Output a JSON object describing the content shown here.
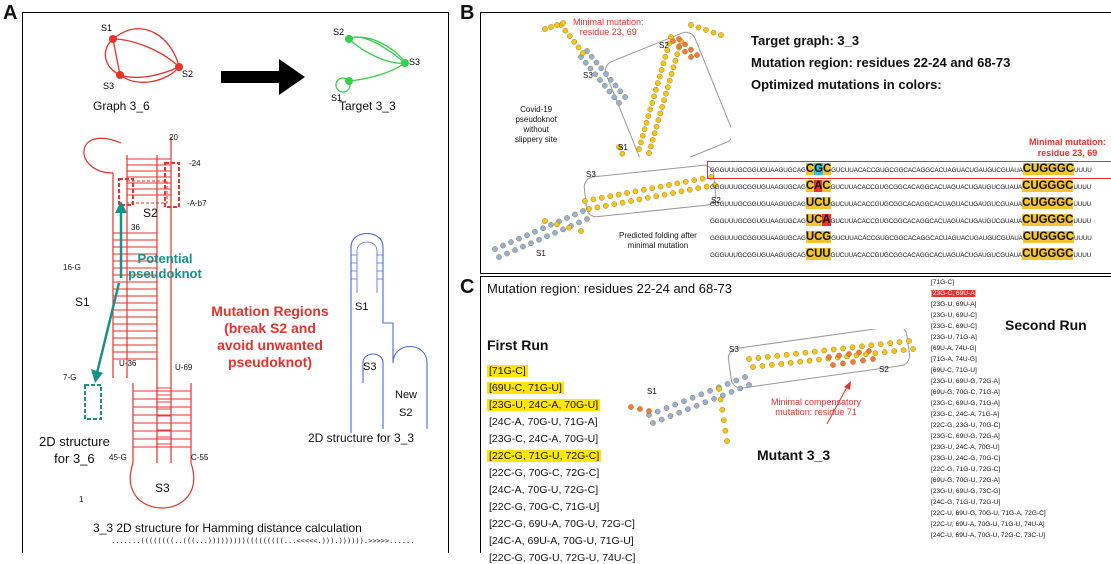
{
  "panels": {
    "a": "A",
    "b": "B",
    "c": "C"
  },
  "panelA": {
    "graph_label": "Graph 3_6",
    "target_label": "Target 3_3",
    "g1_nodes": [
      "S1",
      "S2",
      "S3"
    ],
    "g2_nodes": [
      "S2",
      "S3",
      "S1"
    ],
    "left_s1": "S1",
    "left_s2": "S2",
    "left_s3": "S3",
    "mutation_regions": [
      "Mutation Regions",
      "(break S2 and",
      "avoid unwanted",
      "pseudoknot)"
    ],
    "potential_pseudoknot": [
      "Potential",
      "pseudoknot"
    ],
    "structure_36": [
      "2D structure",
      "for 3_6"
    ],
    "right_s1": "S1",
    "right_s3": "S3",
    "right_new": "New",
    "right_s2": "S2",
    "structure_33": "2D structure for 3_3",
    "hamming_title": "3_3 2D structure for Hamming distance calculation",
    "dot_bracket": ".......((((((((..(((...)))))))))(((((((((...<<<<<.))).)))))).>>>>>......",
    "res_labels": [
      "20",
      "-24",
      "-A-b7",
      "36",
      "16-G",
      "7-G",
      "U-36",
      "U-69",
      "45-G",
      "C-55",
      "1"
    ]
  },
  "panelB": {
    "covid_label": [
      "Covid-19",
      "pseudoknot",
      "without",
      "slippery site"
    ],
    "minimal_top": [
      "Minimal mutation:",
      "residue 23, 69"
    ],
    "s1": "S1",
    "s2": "S2",
    "s3": "S3",
    "predicted_label": [
      "Predicted folding after",
      "minimal mutation"
    ],
    "target_graph": "Target graph: 3_3",
    "mutation_region": "Mutation region: residues 22-24 and 68-73",
    "optimized": "Optimized mutations in colors:",
    "minimal_right": [
      "Minimal mutation:",
      "residue 23, 69"
    ],
    "seq_prefix": "GGGUUUGCGGUGUAAGUGCAG",
    "seq_middle": "GUCUUACACCGUGCGGCACAGGCACUAGUACUGAUGUCGUAUA",
    "seq_suffix": "UUUU",
    "seq_rows": [
      {
        "m1": "C",
        "m2": "G",
        "m3": "C",
        "tail": "UGGGC",
        "hl": [
          "y",
          "c",
          "y"
        ]
      },
      {
        "m1": "C",
        "m2": "A",
        "m3": "C",
        "tail": "UGGGC",
        "hl": [
          "y",
          "r",
          "y"
        ]
      },
      {
        "m1": "U",
        "m2": "C",
        "m3": "U",
        "tail": "UGGGC",
        "hl": [
          "y",
          "y",
          "y"
        ]
      },
      {
        "m1": "U",
        "m2": "C",
        "m3": "A",
        "tail": "UGGGC",
        "hl": [
          "y",
          "y",
          "r"
        ]
      },
      {
        "m1": "U",
        "m2": "C",
        "m3": "G",
        "tail": "UGGGC",
        "hl": [
          "y",
          "y",
          "y"
        ]
      },
      {
        "m1": "C",
        "m2": "U",
        "m3": "U",
        "tail": "UGGGC",
        "hl": [
          "y",
          "y",
          "y"
        ]
      }
    ],
    "seq_c_prefix": "C"
  },
  "panelC": {
    "title": "Mutation region: residues 22-24 and 68-73",
    "first_run": "First Run",
    "second_run": "Second Run",
    "s1": "S1",
    "s2": "S2",
    "s3": "S3",
    "minimal_comp": [
      "Minimal compensatory",
      "mutation: residue 71"
    ],
    "mutant": "Mutant 3_3",
    "first_items": [
      {
        "text": "[71G-C]",
        "hl": true
      },
      {
        "text": "[69U-C, 71G-U]",
        "hl": true
      },
      {
        "text": "[23G-U, 24C-A, 70G-U]",
        "hl": true
      },
      {
        "text": "[24C-A, 70G-U, 71G-A]",
        "hl": false
      },
      {
        "text": "[23G-C, 24C-A, 70G-U]",
        "hl": false
      },
      {
        "text": "[22C-G, 71G-U, 72G-C]",
        "hl": true
      },
      {
        "text": "[22C-G, 70G-C, 72G-C]",
        "hl": false
      },
      {
        "text": "[24C-A, 70G-U, 72G-C]",
        "hl": false
      },
      {
        "text": "[22C-G, 70G-C, 71G-U]",
        "hl": false
      },
      {
        "text": "[22C-G, 69U-A, 70G-U, 72G-C]",
        "hl": false
      },
      {
        "text": "[24C-A, 69U-A, 70G-U, 71G-U]",
        "hl": false
      },
      {
        "text": "[22C-G, 70G-U, 72G-U, 74U-C]",
        "hl": false
      }
    ],
    "second_items": [
      "[71G-C]",
      "[23G-C, 69U-A]",
      "[23G-U, 69U-A]",
      "[23G-U, 69U-C]",
      "[23G-C, 69U-C]",
      "[23G-U, 71G-A]",
      "[69U-A, 74U-G]",
      "[71G-A, 74U-G]",
      "[69U-C, 71G-U]",
      "[23G-U, 69U-G, 72G-A]",
      "[69U-G, 70G-C, 71G-A]",
      "[23G-C, 69U-G, 71G-A]",
      "[23G-C, 24C-A, 71G-A]",
      "[22C-G, 23G-U, 70G-C]",
      "[23G-C, 69U-G, 72G-A]",
      "[23G-U, 24C-A, 70G-U]",
      "[23G-U, 24C-G, 70G-C]",
      "[22C-G, 71G-U, 72G-C]",
      "[69U-G, 70G-U, 72G-A]",
      "[23G-U, 69U-G, 73C-G]",
      "[24C-G, 71G-U, 72G-U]",
      "[22C-U, 69U-G, 70G-U, 71G-A, 72G-C]",
      "[22C-U, 69U-A, 70G-U, 71G-U, 74U-A]",
      "[24C-U, 69U-A, 70G-U, 72G-C, 73C-U]"
    ]
  },
  "colors": {
    "red": "#e8322b",
    "green": "#33d14a",
    "blue": "#4a68e0",
    "yellow": "#ffe600",
    "teal": "#18918a"
  }
}
